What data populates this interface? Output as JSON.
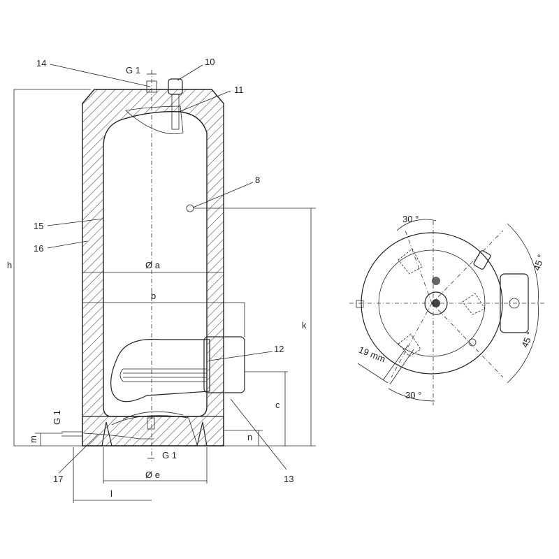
{
  "callouts": {
    "c14": "14",
    "c10": "10",
    "c11": "11",
    "c8": "8",
    "c15": "15",
    "c16": "16",
    "c12": "12",
    "c13": "13",
    "c17": "17"
  },
  "dimensions": {
    "g1_top": "G 1",
    "g1_side": "G 1",
    "g1_bottom": "G 1",
    "a": "Ø a",
    "b": "b",
    "h": "h",
    "k": "k",
    "c": "c",
    "m": "m",
    "n": "n",
    "e": "Ø e",
    "l": "l"
  },
  "plan_view": {
    "angle_top": "30 °",
    "angle_right_top": "45 °",
    "angle_right_bottom": "45 °",
    "angle_bottom": "30 °",
    "width_19": "19 mm"
  },
  "colors": {
    "line": "#222222",
    "fill_body": "#ffffff",
    "fill_element": "#d8d8d8"
  }
}
